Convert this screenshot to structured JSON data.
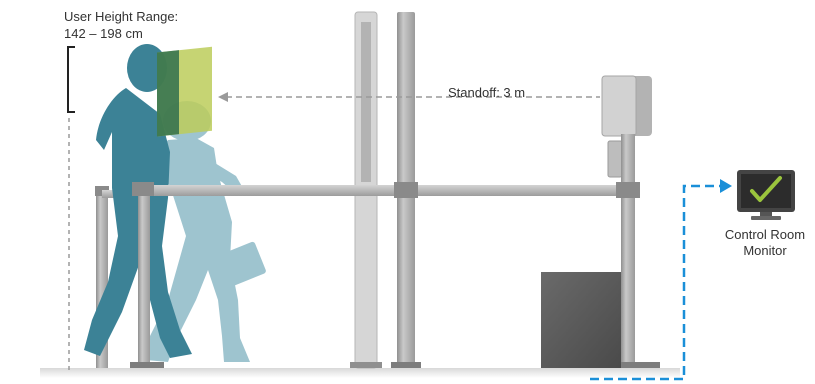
{
  "labels": {
    "height_range_title": "User Height Range:",
    "height_range_value": "142 – 198 cm",
    "standoff": "Standoff: 3 m",
    "monitor_line1": "Control Room",
    "monitor_line2": "Monitor"
  },
  "icons": {
    "monitor_status": "checkmark-icon"
  },
  "colors": {
    "scan_zone": "#bccd5a",
    "person_front": "#3c8296",
    "person_back": "#9ec4cf",
    "gate_metal": "#a9a9a9",
    "scanner": "#cfcfcf",
    "network_link": "#1a8fd8",
    "check": "#9bc53d",
    "dashed_guide": "#9a9a9a"
  }
}
